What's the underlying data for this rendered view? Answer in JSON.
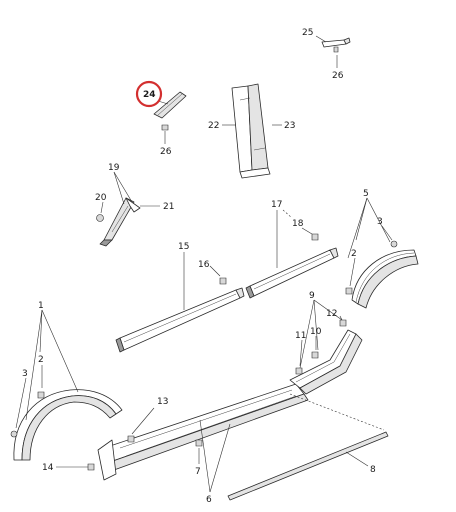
{
  "diagram": {
    "highlight_color": "#d32f2f",
    "callouts": {
      "c1": "1",
      "c2a": "2",
      "c2b": "2",
      "c3a": "3",
      "c3b": "3",
      "c5": "5",
      "c6": "6",
      "c7": "7",
      "c8": "8",
      "c9": "9",
      "c10": "10",
      "c11": "11",
      "c12": "12",
      "c13": "13",
      "c14": "14",
      "c15": "15",
      "c16": "16",
      "c17": "17",
      "c18": "18",
      "c19": "19",
      "c20": "20",
      "c21": "21",
      "c22": "22",
      "c23": "23",
      "c24": "24",
      "c25": "25",
      "c26a": "26",
      "c26b": "26"
    }
  }
}
